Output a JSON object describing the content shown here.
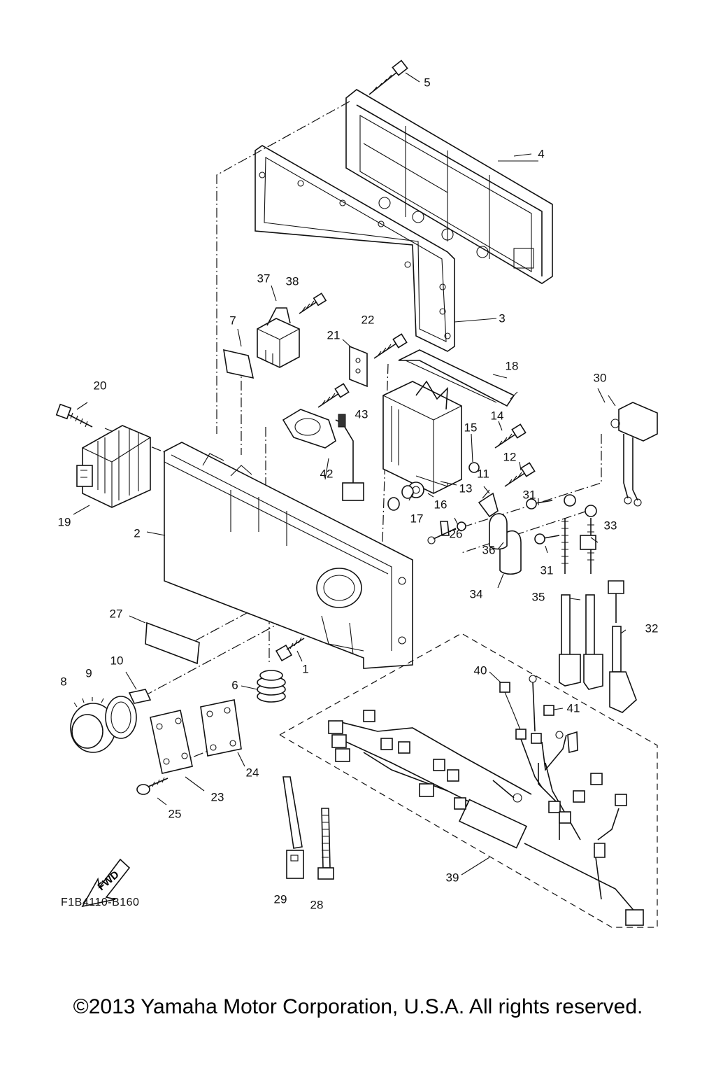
{
  "diagram": {
    "labels": [
      {
        "id": "5",
        "text": "5"
      },
      {
        "id": "4",
        "text": "4"
      },
      {
        "id": "3",
        "text": "3"
      },
      {
        "id": "37",
        "text": "37"
      },
      {
        "id": "38",
        "text": "38"
      },
      {
        "id": "22",
        "text": "22"
      },
      {
        "id": "7",
        "text": "7"
      },
      {
        "id": "21",
        "text": "21"
      },
      {
        "id": "18",
        "text": "18"
      },
      {
        "id": "30",
        "text": "30"
      },
      {
        "id": "20",
        "text": "20"
      },
      {
        "id": "43",
        "text": "43"
      },
      {
        "id": "14",
        "text": "14"
      },
      {
        "id": "15",
        "text": "15"
      },
      {
        "id": "42",
        "text": "42"
      },
      {
        "id": "12",
        "text": "12"
      },
      {
        "id": "11",
        "text": "11"
      },
      {
        "id": "13",
        "text": "13"
      },
      {
        "id": "16",
        "text": "16"
      },
      {
        "id": "17",
        "text": "17"
      },
      {
        "id": "31a",
        "text": "31"
      },
      {
        "id": "19",
        "text": "19"
      },
      {
        "id": "2",
        "text": "2"
      },
      {
        "id": "26",
        "text": "26"
      },
      {
        "id": "33",
        "text": "33"
      },
      {
        "id": "36",
        "text": "36"
      },
      {
        "id": "31b",
        "text": "31"
      },
      {
        "id": "34",
        "text": "34"
      },
      {
        "id": "35",
        "text": "35"
      },
      {
        "id": "27",
        "text": "27"
      },
      {
        "id": "32",
        "text": "32"
      },
      {
        "id": "10",
        "text": "10"
      },
      {
        "id": "1",
        "text": "1"
      },
      {
        "id": "40",
        "text": "40"
      },
      {
        "id": "8",
        "text": "8"
      },
      {
        "id": "9",
        "text": "9"
      },
      {
        "id": "6",
        "text": "6"
      },
      {
        "id": "41",
        "text": "41"
      },
      {
        "id": "24",
        "text": "24"
      },
      {
        "id": "23",
        "text": "23"
      },
      {
        "id": "25",
        "text": "25"
      },
      {
        "id": "39",
        "text": "39"
      },
      {
        "id": "29",
        "text": "29"
      },
      {
        "id": "28",
        "text": "28"
      }
    ],
    "fwd_text": "FWD",
    "drawing_code": "F1B4110-B160"
  },
  "footer": {
    "copyright": "©2013 Yamaha Motor Corporation, U.S.A. All rights reserved."
  }
}
